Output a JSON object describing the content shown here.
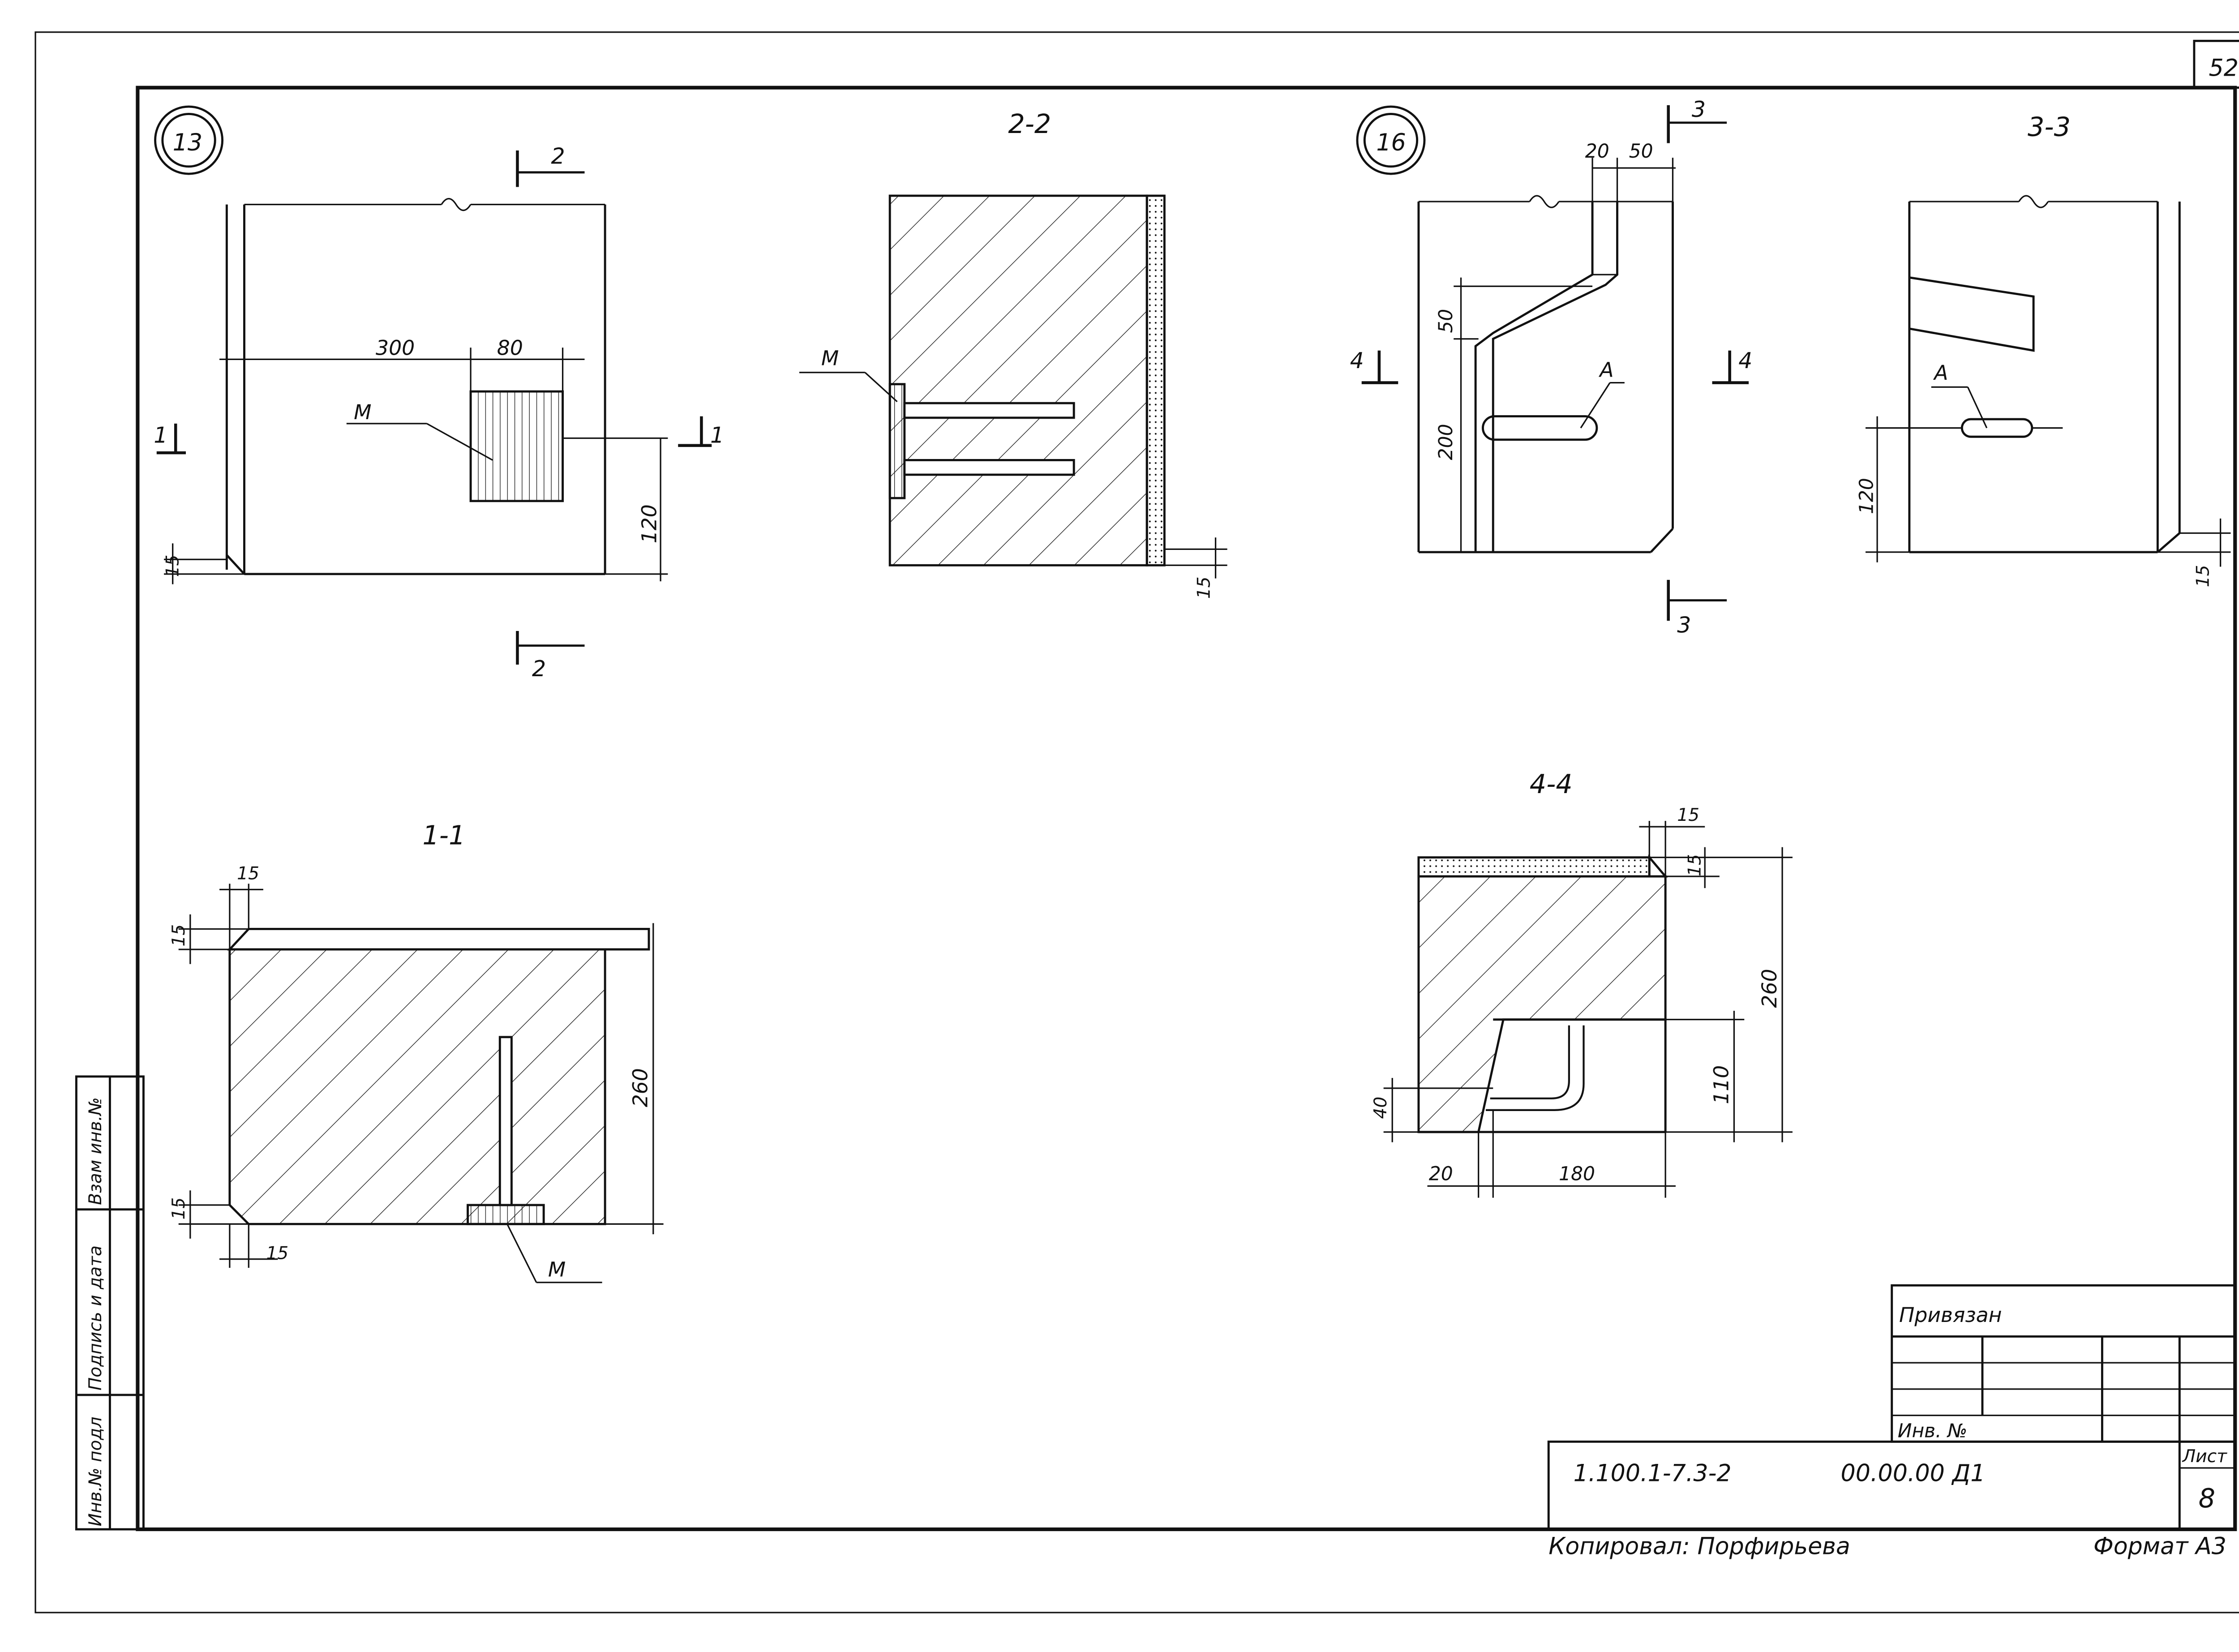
{
  "sheet_number": "52",
  "views": {
    "node_13": "13",
    "node_16": "16",
    "section_2_2": "2-2",
    "section_3_3": "3-3",
    "section_1_1": "1-1",
    "section_4_4": "4-4"
  },
  "cut_marks": {
    "c1": "1",
    "c2": "2",
    "c3": "3",
    "c4": "4"
  },
  "labels": {
    "embedded_part": "М",
    "anchor": "А"
  },
  "dimensions": {
    "d300": "300",
    "d80": "80",
    "d120": "120",
    "d15": "15",
    "d20": "20",
    "d50": "50",
    "d200": "200",
    "d260": "260",
    "d110": "110",
    "d40": "40",
    "d180": "180"
  },
  "side_stamp": {
    "inv_podl": "Инв.№ подл",
    "podpis": "Подпись и дата",
    "vzam": "Взам инв.№"
  },
  "title_block": {
    "privyazan": "Привязан",
    "inv_no": "Инв. №",
    "code_left": "1.100.1-7.3-2",
    "code_right": "00.00.00 Д1",
    "list_label": "Лист",
    "list_no": "8"
  },
  "footer": {
    "copied": "Копировал: Порфирьева",
    "format": "Формат А3"
  },
  "colors": {
    "ink": "#111111",
    "paper": "#ffffff"
  }
}
